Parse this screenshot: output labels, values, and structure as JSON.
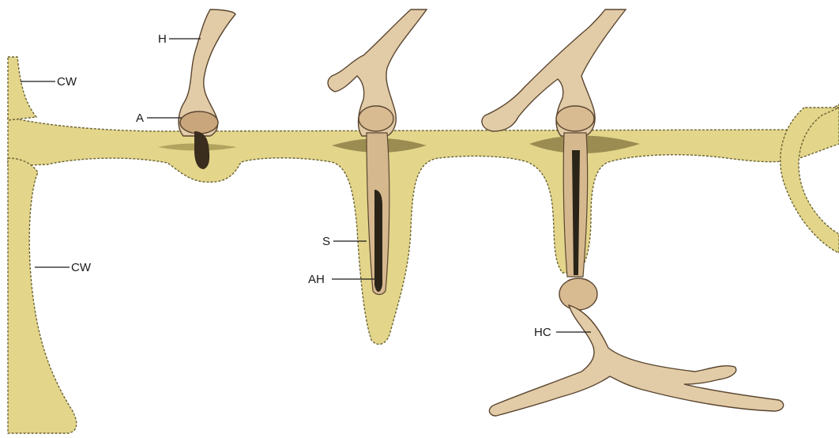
{
  "labels": {
    "H": "H",
    "A": "A",
    "CW_top": "CW",
    "CW_left": "CW",
    "S": "S",
    "AH": "AH",
    "HC": "HC"
  },
  "colors": {
    "cell_wall": "#e3d58a",
    "cell_wall_edge": "#6b6433",
    "hypha": "#e2cba7",
    "hypha_edge": "#5a4630",
    "dark": "#2a2418",
    "background": "#ffffff"
  }
}
